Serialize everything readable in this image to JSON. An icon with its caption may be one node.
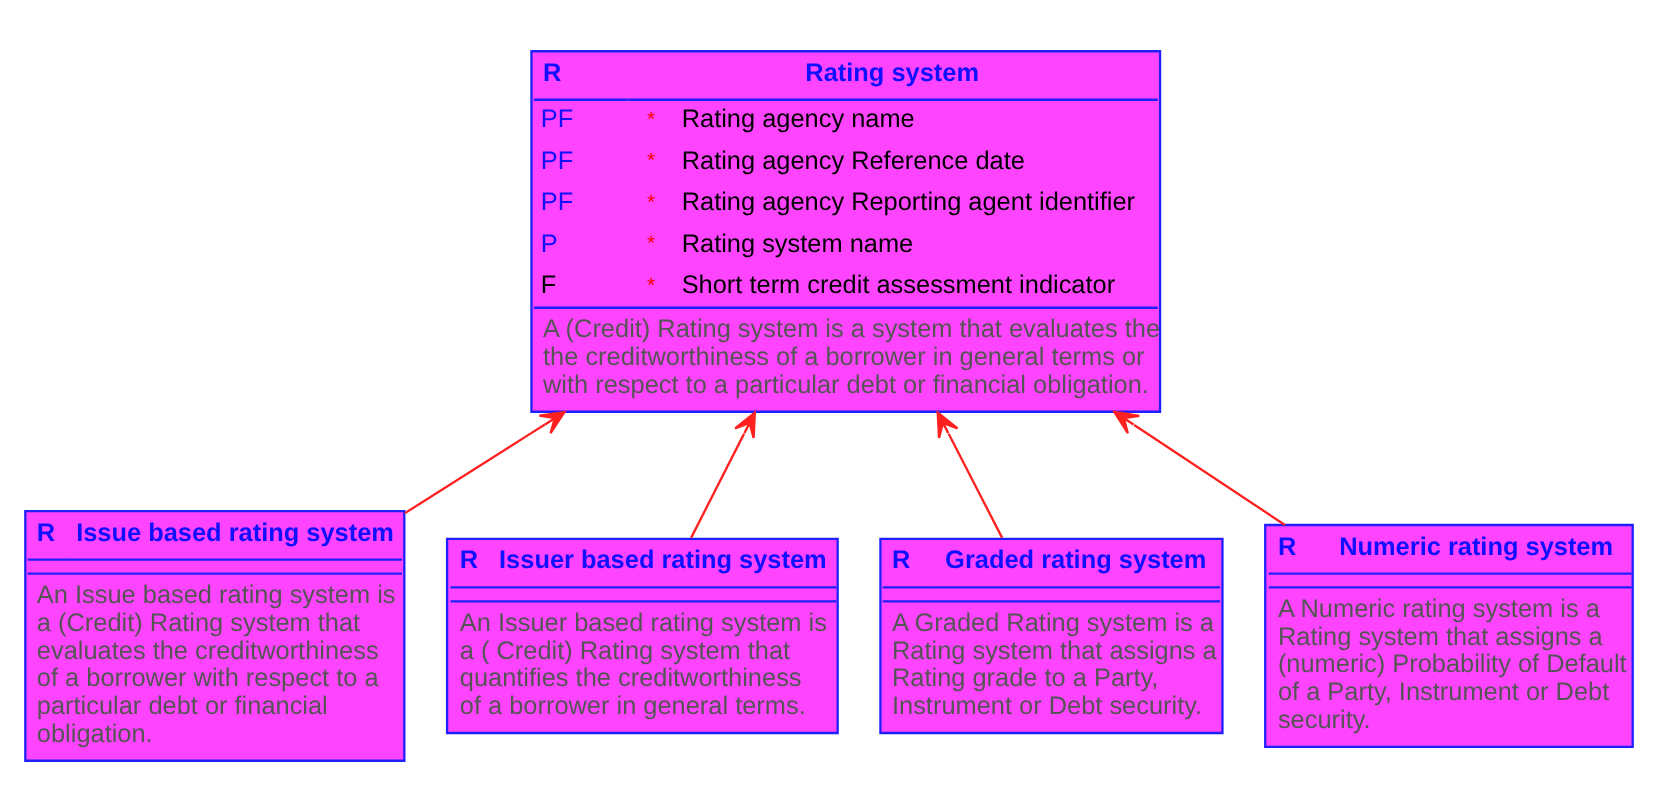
{
  "diagram": {
    "nodes": [
      {
        "text": [
          "R",
          "Rating system",
          "PF",
          "*",
          "Rating agency name",
          "PF",
          "*",
          "Rating agency Reference date",
          "PF",
          "*",
          "Rating agency Reporting agent identifier",
          "P",
          "*",
          "Rating system name",
          "F",
          "*",
          "Short term credit assessment indicator",
          "A (Credit) Rating system is a system that evaluates the the creditworthiness of a borrower in general terms or with respect to a particular debt or financial obligation."
        ]
      },
      {
        "text": [
          "R",
          "Issue based rating system",
          "An Issue based rating system is a (Credit) Rating system that evaluates the creditworthiness of a borrower with respect to a particular debt or financial obligation."
        ]
      },
      {
        "text": [
          "R",
          "Issuer based rating system",
          "An Issuer based rating system is a ( Credit) Rating system that quantifies the creditworthiness of a borrower in general terms."
        ]
      },
      {
        "text": [
          "R",
          "Graded rating system",
          "A Graded Rating system is a Rating system that assigns a Rating grade to a Party, Instrument or Debt security."
        ]
      },
      {
        "text": [
          "R",
          "Numeric rating system",
          "A Numeric rating system is a Rating system that assigns a (numeric) Probability of Default of a Party, Instrument or Debt security."
        ]
      }
    ],
    "edges": [
      {
        "from": 1,
        "to": 0,
        "arrow": "to"
      },
      {
        "from": 2,
        "to": 0,
        "arrow": "to"
      },
      {
        "from": 3,
        "to": 0,
        "arrow": "to"
      },
      {
        "from": 4,
        "to": 0,
        "arrow": "to"
      }
    ]
  }
}
